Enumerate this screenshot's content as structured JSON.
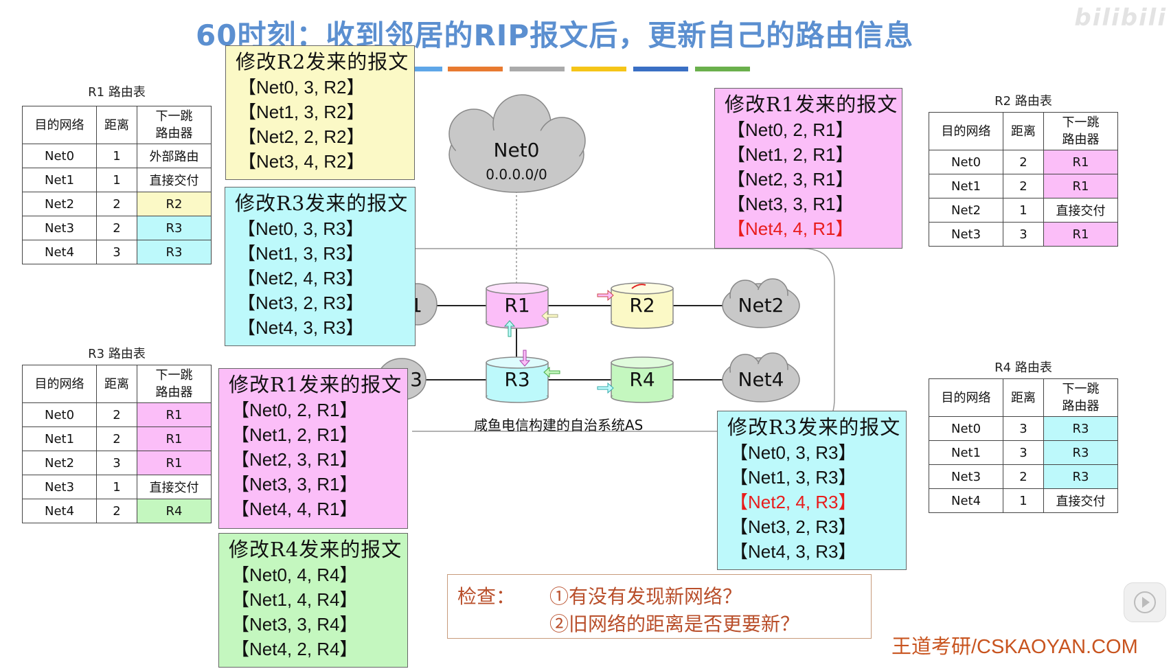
{
  "title": "60时刻：收到邻居的RIP报文后，更新自己的路由信息",
  "watermark": "bilibili",
  "brand": "王道考研/CSKAOYAN.COM",
  "colors": {
    "yellow": "#fbf9c6",
    "cyan": "#bdf9fb",
    "pink": "#fbbef8",
    "green": "#c4f7bf",
    "title": "#5b8fd0",
    "red": "#e81c1c",
    "color_bars": [
      "#5ea6e8",
      "#e87a30",
      "#aaaaaa",
      "#f5c518",
      "#3a6fc4",
      "#6ab04c"
    ]
  },
  "table_headers": {
    "dest": "目的网络",
    "dist": "距离",
    "next_l1": "下一跳",
    "next_l2": "路由器"
  },
  "tables": {
    "r1": {
      "caption": "R1 路由表",
      "rows": [
        {
          "dest": "Net0",
          "dist": "1",
          "next": "外部路由",
          "color": ""
        },
        {
          "dest": "Net1",
          "dist": "1",
          "next": "直接交付",
          "color": ""
        },
        {
          "dest": "Net2",
          "dist": "2",
          "next": "R2",
          "color": "yellow"
        },
        {
          "dest": "Net3",
          "dist": "2",
          "next": "R3",
          "color": "cyan"
        },
        {
          "dest": "Net4",
          "dist": "3",
          "next": "R3",
          "color": "cyan"
        }
      ]
    },
    "r2": {
      "caption": "R2 路由表",
      "rows": [
        {
          "dest": "Net0",
          "dist": "2",
          "next": "R1",
          "color": "pink"
        },
        {
          "dest": "Net1",
          "dist": "2",
          "next": "R1",
          "color": "pink"
        },
        {
          "dest": "Net2",
          "dist": "1",
          "next": "直接交付",
          "color": ""
        },
        {
          "dest": "Net3",
          "dist": "3",
          "next": "R1",
          "color": "pink"
        }
      ]
    },
    "r3": {
      "caption": "R3 路由表",
      "rows": [
        {
          "dest": "Net0",
          "dist": "2",
          "next": "R1",
          "color": "pink"
        },
        {
          "dest": "Net1",
          "dist": "2",
          "next": "R1",
          "color": "pink"
        },
        {
          "dest": "Net2",
          "dist": "3",
          "next": "R1",
          "color": "pink"
        },
        {
          "dest": "Net3",
          "dist": "1",
          "next": "直接交付",
          "color": ""
        },
        {
          "dest": "Net4",
          "dist": "2",
          "next": "R4",
          "color": "green"
        }
      ]
    },
    "r4": {
      "caption": "R4 路由表",
      "rows": [
        {
          "dest": "Net0",
          "dist": "3",
          "next": "R3",
          "color": "cyan"
        },
        {
          "dest": "Net1",
          "dist": "3",
          "next": "R3",
          "color": "cyan"
        },
        {
          "dest": "Net3",
          "dist": "2",
          "next": "R3",
          "color": "cyan"
        },
        {
          "dest": "Net4",
          "dist": "1",
          "next": "直接交付",
          "color": ""
        }
      ]
    }
  },
  "messages": {
    "from_r2": {
      "title": "修改R2发来的报文",
      "entries": [
        {
          "text": "【Net0, 3, R2】",
          "red": false
        },
        {
          "text": "【Net1, 3, R2】",
          "red": false
        },
        {
          "text": "【Net2, 2, R2】",
          "red": false
        },
        {
          "text": "【Net3, 4, R2】",
          "red": false
        }
      ]
    },
    "from_r3_to_r1": {
      "title": "修改R3发来的报文",
      "entries": [
        {
          "text": "【Net0, 3, R3】",
          "red": false
        },
        {
          "text": "【Net1, 3, R3】",
          "red": false
        },
        {
          "text": "【Net2, 4, R3】",
          "red": false
        },
        {
          "text": "【Net3, 2, R3】",
          "red": false
        },
        {
          "text": "【Net4, 3, R3】",
          "red": false
        }
      ]
    },
    "from_r1_to_r2": {
      "title": "修改R1发来的报文",
      "entries": [
        {
          "text": "【Net0, 2, R1】",
          "red": false
        },
        {
          "text": "【Net1, 2, R1】",
          "red": false
        },
        {
          "text": "【Net2, 3, R1】",
          "red": false
        },
        {
          "text": "【Net3, 3, R1】",
          "red": false
        },
        {
          "text": "【Net4, 4, R1】",
          "red": true
        }
      ]
    },
    "from_r1_to_r3": {
      "title": "修改R1发来的报文",
      "entries": [
        {
          "text": "【Net0, 2, R1】",
          "red": false
        },
        {
          "text": "【Net1, 2, R1】",
          "red": false
        },
        {
          "text": "【Net2, 3, R1】",
          "red": false
        },
        {
          "text": "【Net3, 3, R1】",
          "red": false
        },
        {
          "text": "【Net4, 4, R1】",
          "red": false
        }
      ]
    },
    "from_r4": {
      "title": "修改R4发来的报文",
      "entries": [
        {
          "text": "【Net0, 4, R4】",
          "red": false
        },
        {
          "text": "【Net1, 4, R4】",
          "red": false
        },
        {
          "text": "【Net3, 3, R4】",
          "red": false
        },
        {
          "text": "【Net4, 2, R4】",
          "red": false
        }
      ]
    },
    "from_r3_to_r4": {
      "title": "修改R3发来的报文",
      "entries": [
        {
          "text": "【Net0, 3, R3】",
          "red": false
        },
        {
          "text": "【Net1, 3, R3】",
          "red": false
        },
        {
          "text": "【Net2, 4, R3】",
          "red": true
        },
        {
          "text": "【Net3, 2, R3】",
          "red": false
        },
        {
          "text": "【Net4, 3, R3】",
          "red": false
        }
      ]
    }
  },
  "network": {
    "net0_name": "Net0",
    "net0_addr": "0.0.0.0/0",
    "net1_partial": "1",
    "net3_partial": "3",
    "net2": "Net2",
    "net4": "Net4",
    "r1": "R1",
    "r2": "R2",
    "r3": "R3",
    "r4": "R4",
    "as_label": "咸鱼电信构建的自治系统AS"
  },
  "check": {
    "label": "检查：",
    "q1": "①有没有发现新网络？",
    "q2": "②旧网络的距离是否更要新？"
  }
}
